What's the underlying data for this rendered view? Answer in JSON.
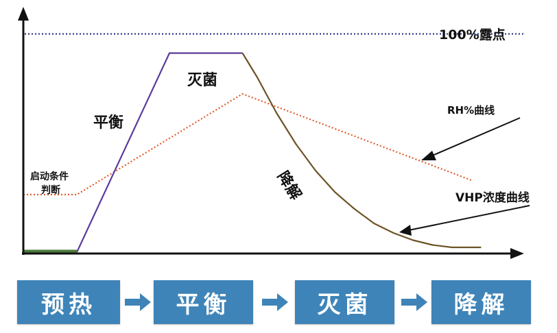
{
  "chart_data": {
    "type": "line",
    "x_domain": [
      0,
      100
    ],
    "y_domain": [
      0,
      100
    ],
    "annotations": {
      "dew_point_label": "100%露点",
      "start_condition_lines": [
        "启动条件",
        "判断"
      ],
      "rise_label": "平衡",
      "plateau_label": "灭菌",
      "decay_label": "降解",
      "rh_curve_label": "RH%曲线",
      "vhp_curve_label": "VHP浓度曲线"
    },
    "reference_lines": [
      {
        "name": "100%露点",
        "y": 91,
        "color": "#2b3a8f"
      }
    ],
    "series": [
      {
        "key": "vhp",
        "color": "#5b3b9a",
        "decay_color": "#6b5324",
        "points": [
          [
            11,
            0
          ],
          [
            30,
            83
          ],
          [
            45,
            83
          ],
          [
            48,
            73
          ],
          [
            52,
            58
          ],
          [
            56,
            45
          ],
          [
            60,
            34
          ],
          [
            64,
            25
          ],
          [
            68,
            18
          ],
          [
            72,
            12
          ],
          [
            76,
            8
          ],
          [
            80,
            5
          ],
          [
            84,
            3
          ],
          [
            88,
            2
          ],
          [
            94,
            2
          ]
        ]
      },
      {
        "key": "rh",
        "color": "#e05a2a",
        "points": [
          [
            0,
            24
          ],
          [
            11,
            24
          ],
          [
            45,
            66
          ],
          [
            92,
            30
          ]
        ]
      }
    ],
    "baseline_segment": {
      "x": [
        0,
        11
      ],
      "color": "#4a7a3a"
    },
    "colors": {
      "axis": "#111111"
    }
  },
  "flow": {
    "steps": [
      "预热",
      "平衡",
      "灭菌",
      "降解"
    ],
    "color": "#3e84b8",
    "arrow_color": "#3e84b8"
  }
}
